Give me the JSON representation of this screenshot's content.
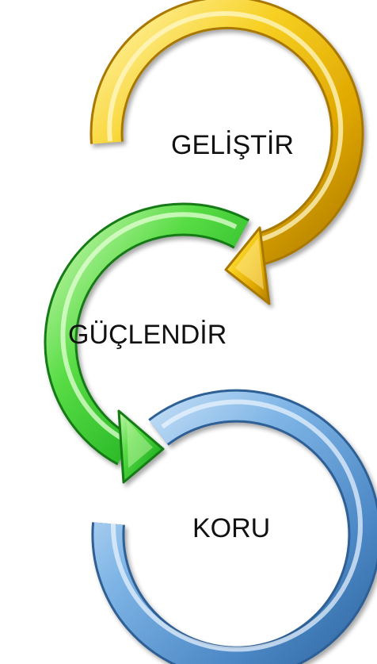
{
  "steps": [
    {
      "label": "GELİŞTİR",
      "color": "#f5c518"
    },
    {
      "label": "GÜÇLENDİR",
      "color": "#4fd04a"
    },
    {
      "label": "KORU",
      "color": "#5b9bd5"
    }
  ]
}
